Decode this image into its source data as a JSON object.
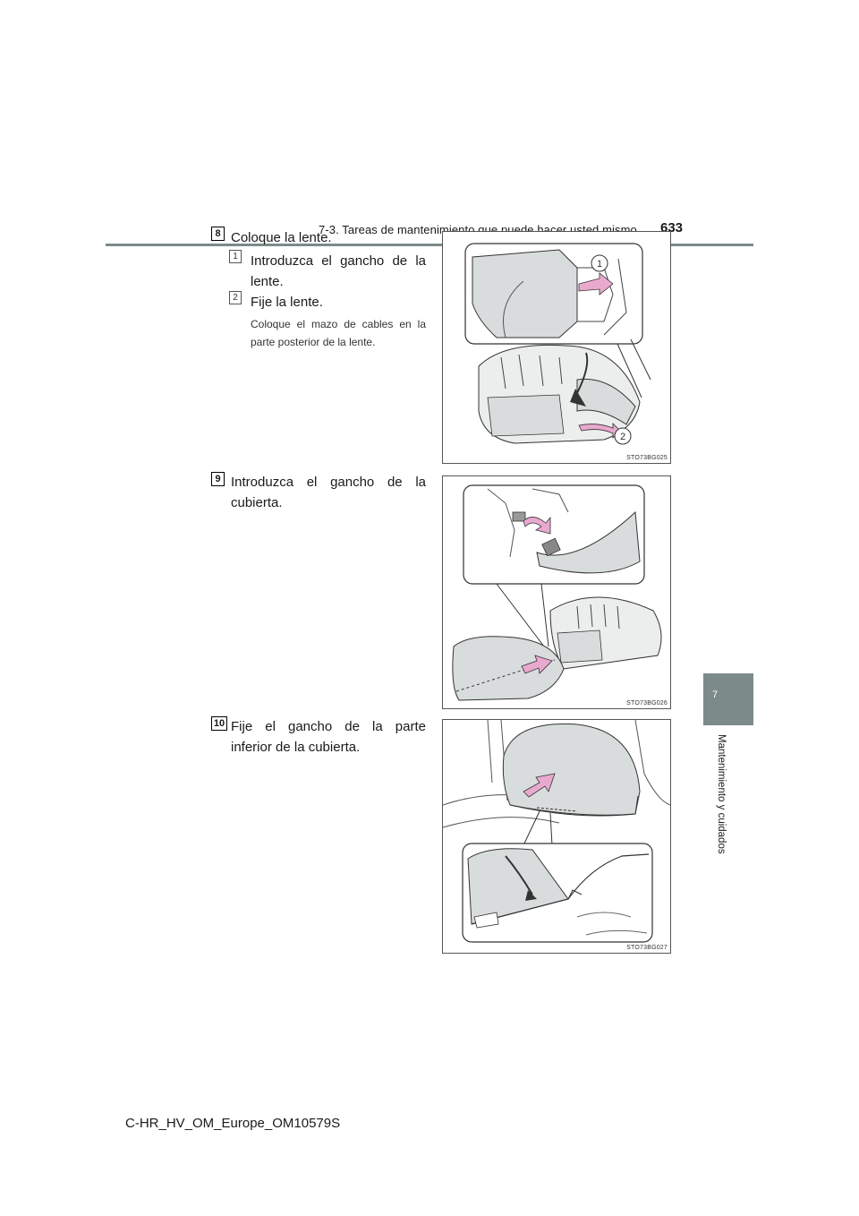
{
  "header": {
    "section_title": "7-3. Tareas de mantenimiento que puede hacer usted mismo",
    "page_number": "633"
  },
  "side_tab": {
    "chapter_number": "7",
    "chapter_label": "Mantenimiento y cuidados"
  },
  "steps": [
    {
      "number": "8",
      "text": "Coloque la lente.",
      "substeps": [
        {
          "number": "1",
          "text": "Introduzca el gancho de la lente."
        },
        {
          "number": "2",
          "text": "Fije la lente."
        }
      ],
      "note": "Coloque el mazo de cables en la parte posterior de la lente.",
      "figure_code": "STO73BG025",
      "callouts": [
        "1",
        "2"
      ]
    },
    {
      "number": "9",
      "text": "Introduzca el gancho de la cubierta.",
      "figure_code": "STO73BG026"
    },
    {
      "number": "10",
      "text": "Fije el gancho de la parte inferior de la cubierta.",
      "figure_code": "STO73BG027"
    }
  ],
  "footer": {
    "document_id": "C-HR_HV_OM_Europe_OM10579S"
  },
  "colors": {
    "accent_gray": "#7d8a8a",
    "arrow_pink": "#e9a9cf",
    "part_fill": "#d9dcdc"
  }
}
